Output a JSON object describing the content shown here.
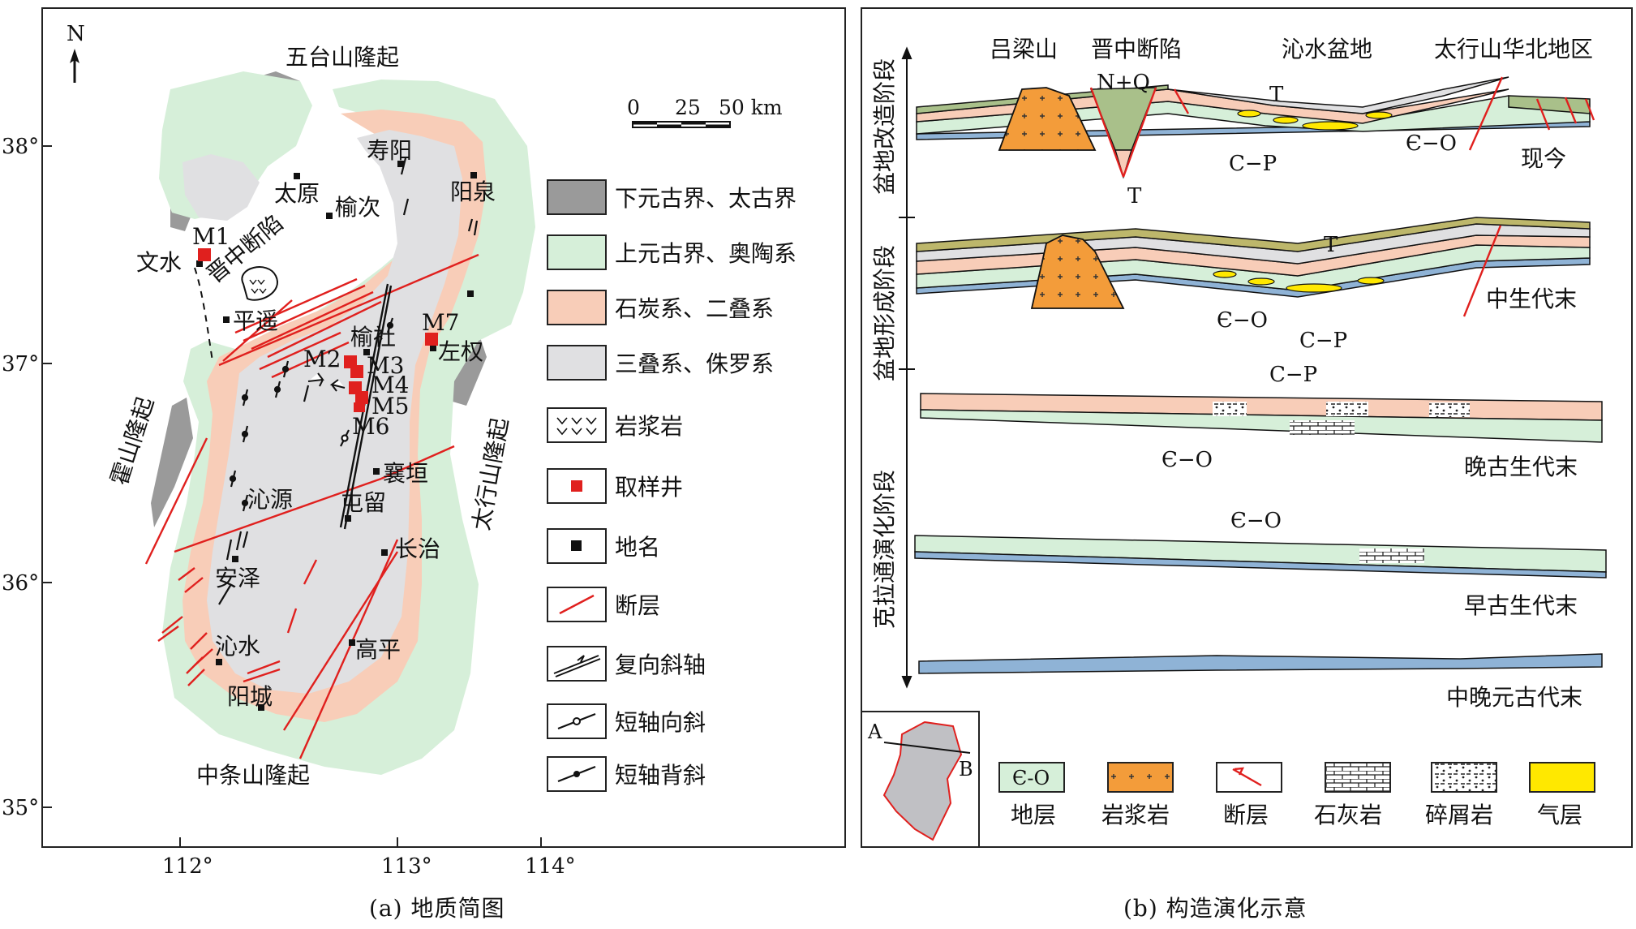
{
  "panel_a": {
    "caption": "(a) 地质简图",
    "north": "N",
    "scale": {
      "ticks": [
        "0",
        "25",
        "50 km"
      ]
    },
    "lat_labels": [
      "38°",
      "37°",
      "36°",
      "35°"
    ],
    "lon_labels": [
      "112°",
      "113°",
      "114°"
    ],
    "uplifts": {
      "wutai": "五台山隆起",
      "huo": "霍山隆起",
      "taihang": "太行山隆起",
      "zhongtiao": "中条山隆起",
      "jinzhong": "晋中断陷"
    },
    "places": {
      "taiyuan": "太原",
      "yuci": "榆次",
      "shouyang": "寿阳",
      "yangquan": "阳泉",
      "wenshui": "文水",
      "pingyao": "平遥",
      "yushe": "榆社",
      "zuoquan": "左权",
      "xiangyuan": "襄垣",
      "tunliu": "屯留",
      "qinyuan": "沁源",
      "changzhi": "长治",
      "anze": "安泽",
      "qinshui": "沁水",
      "gaoping": "高平",
      "yangcheng": "阳城"
    },
    "wells": [
      "M1",
      "M2",
      "M3",
      "M4",
      "M5",
      "M6",
      "M7"
    ],
    "legend": [
      "下元古界、太古界",
      "上元古界、奥陶系",
      "石炭系、二叠系",
      "三叠系、侏罗系",
      "岩浆岩",
      "取样井",
      "地名",
      "断层",
      "复向斜轴",
      "短轴向斜",
      "短轴背斜"
    ],
    "colors": {
      "archean": "#9a9a9a",
      "ordovician": "#d6efd9",
      "carboniferous": "#f8cdb8",
      "triassic": "#e0e0e2",
      "fault": "#e0201e",
      "well": "#e0201e"
    }
  },
  "panel_b": {
    "caption": "(b) 构造演化示意",
    "stages": [
      "盆地改造阶段",
      "盆地形成阶段",
      "克拉通演化阶段"
    ],
    "top_labels": [
      "吕梁山",
      "晋中断陷",
      "沁水盆地",
      "太行山华北地区"
    ],
    "section_labels": {
      "nq": "N+Q",
      "t": "T",
      "cp": "C−P",
      "eo": "Є−O"
    },
    "periods": [
      "现今",
      "中生代末",
      "晚古生代末",
      "早古生代末",
      "中晚元古代末"
    ],
    "inset": {
      "a": "A",
      "b": "B"
    },
    "legend": [
      {
        "symbol": "Є-O",
        "label": "地层"
      },
      {
        "label": "岩浆岩"
      },
      {
        "label": "断层"
      },
      {
        "label": "石灰岩"
      },
      {
        "label": "碎屑岩"
      },
      {
        "label": "气层"
      }
    ],
    "colors": {
      "eo": "#d6efd9",
      "cp": "#f8cdb8",
      "t": "#e0e0e2",
      "nq": "#a9c08a",
      "magma": "#f39c3a",
      "gas": "#ffe800",
      "proterozoic": "#8fb3d6",
      "olive": "#bdb76b"
    }
  }
}
